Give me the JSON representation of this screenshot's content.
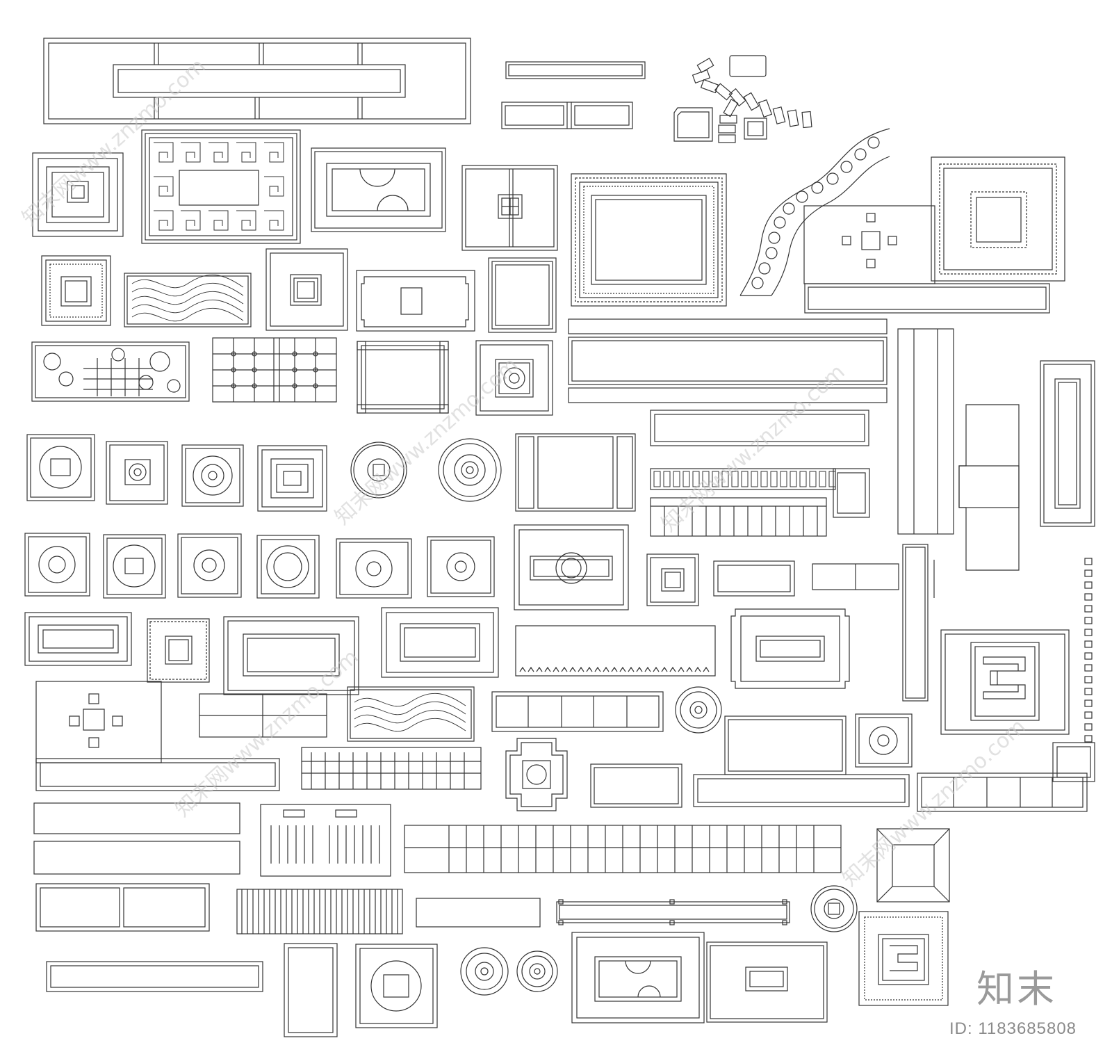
{
  "sheet": {
    "brand_mark": "知末",
    "id_label": "ID: 1183685808",
    "watermark": "知末网www.znzmo.com",
    "line_color": "#333333",
    "background": "#ffffff"
  },
  "drawing_groups": [
    "ceiling-frame-plans",
    "fret-pattern-panels",
    "carved-medallion-panels",
    "round-rosettes",
    "stepping-stone-path",
    "table-and-stools-plans",
    "slatted-strips"
  ]
}
